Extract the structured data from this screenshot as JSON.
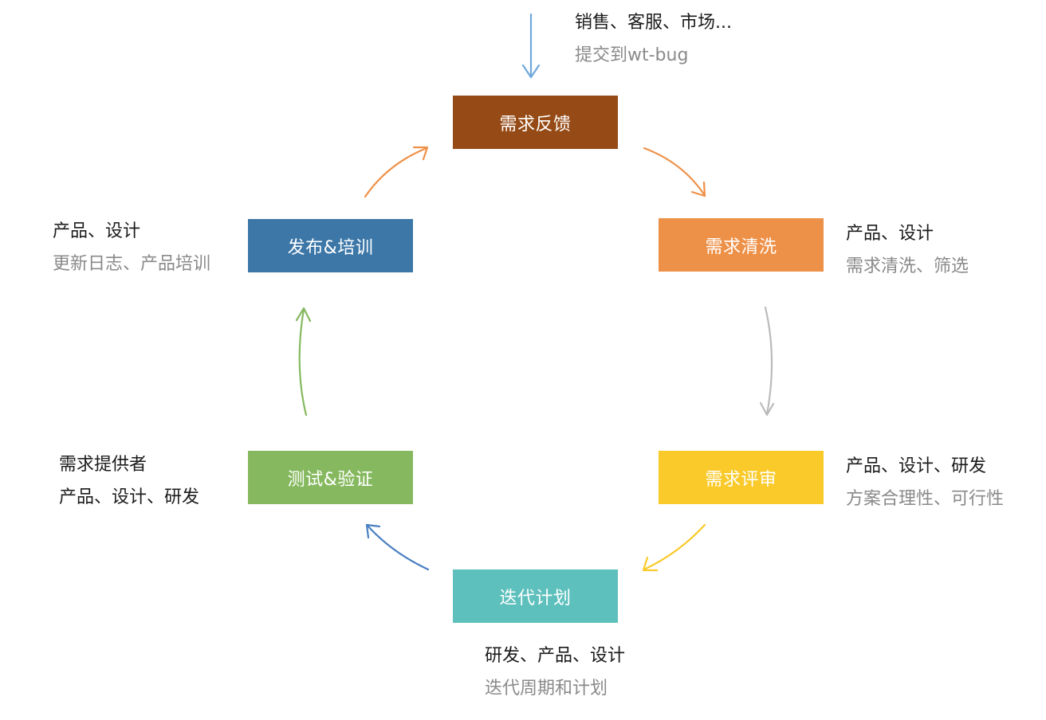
{
  "colors": {
    "feedback": "#964B16",
    "cleaning": "#EE9148",
    "review": "#F9CA2A",
    "planning": "#5EC0BC",
    "testing": "#86B95F",
    "release": "#3C77A8",
    "text_primary": "#1b1b1b",
    "text_secondary": "#8a8a8a",
    "arrow_in": "#6FA8DC",
    "arrow_feedback_to_cleaning": "#EE9148",
    "arrow_cleaning_to_review": "#BBBBBB",
    "arrow_review_to_planning": "#F9CA2A",
    "arrow_planning_to_testing": "#4A7FC1",
    "arrow_testing_to_release": "#86B95F",
    "arrow_release_to_feedback": "#EE9148"
  },
  "stages": {
    "feedback": "需求反馈",
    "cleaning": "需求清洗",
    "review": "需求评审",
    "planning": "迭代计划",
    "testing": "测试&验证",
    "release": "发布&培训"
  },
  "notes": {
    "feedback": {
      "roles": "销售、客服、市场...",
      "activity": "提交到wt-bug"
    },
    "cleaning": {
      "roles": "产品、设计",
      "activity": "需求清洗、筛选"
    },
    "review": {
      "roles": "产品、设计、研发",
      "activity": "方案合理性、可行性"
    },
    "planning": {
      "roles": "研发、产品、设计",
      "activity": "迭代周期和计划"
    },
    "testing": {
      "roles": "需求提供者",
      "activity": "产品、设计、研发"
    },
    "release": {
      "roles": "产品、设计",
      "activity": "更新日志、产品培训"
    }
  }
}
